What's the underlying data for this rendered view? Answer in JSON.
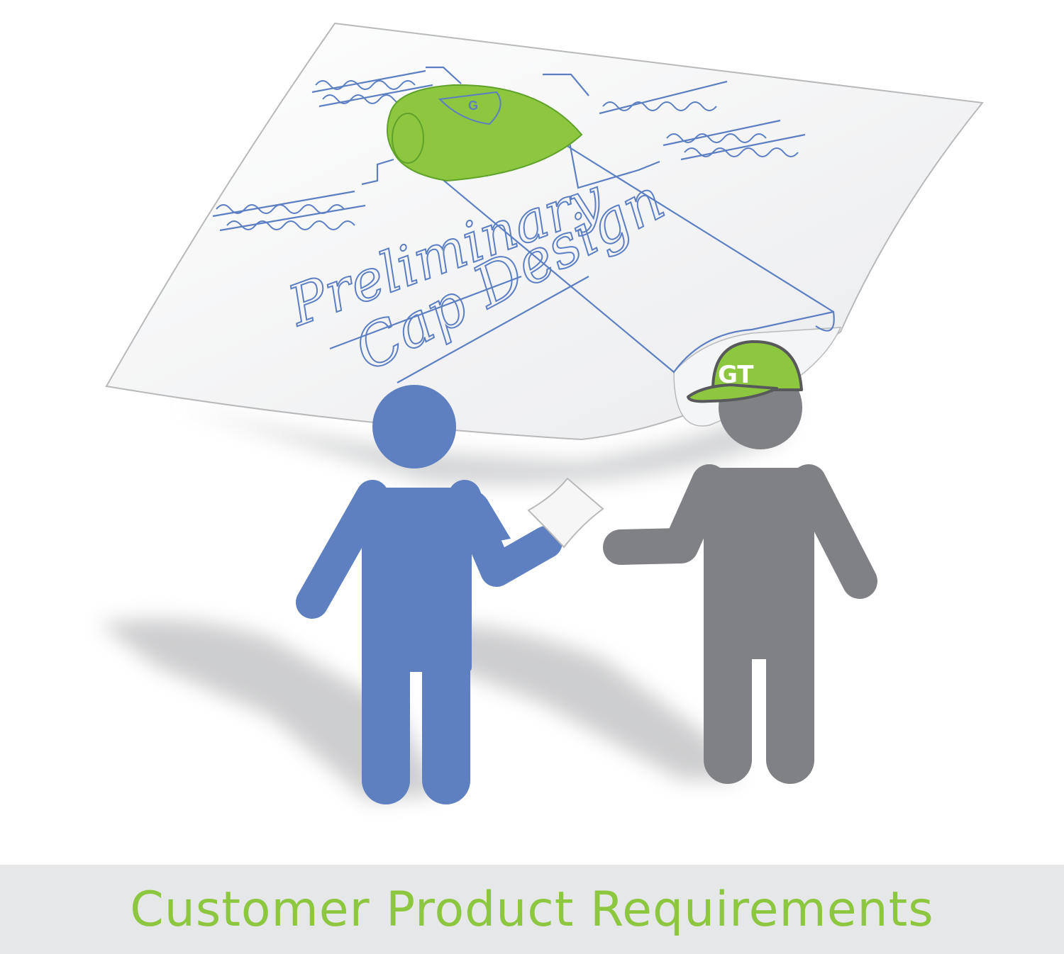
{
  "caption": "Customer Product Requirements",
  "sketch": {
    "title_line1": "Preliminary",
    "title_line2": "Cap Design",
    "cap_logo": "G"
  },
  "contractor_cap_logo": "GT",
  "colors": {
    "customer": "#5e80c1",
    "contractor": "#808184",
    "accent_green": "#8dc63f",
    "band": "#e6e7e8",
    "sketch_ink": "#5b7fc2"
  }
}
